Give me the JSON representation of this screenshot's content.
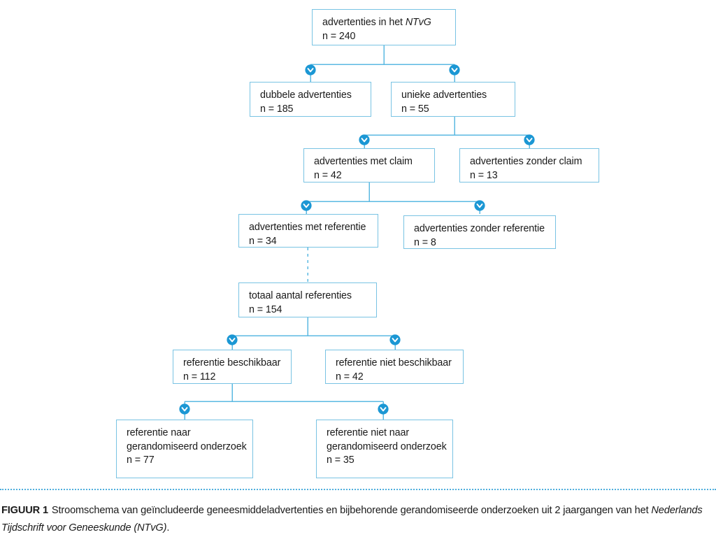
{
  "figure": {
    "type": "flowchart",
    "language": "nl",
    "colors": {
      "box_border": "#79c3e3",
      "connector": "#5bb9e2",
      "marker_fill": "#1b97d4",
      "marker_glyph": "#ffffff",
      "divider": "#4eaedd",
      "text": "#1a1a1a",
      "background": "#ffffff"
    },
    "nodes": [
      {
        "id": "n1",
        "title": "advertenties in het ",
        "title_italic": "NTvG",
        "count_label": "n = 240",
        "n": 240
      },
      {
        "id": "n2",
        "title": "dubbele advertenties",
        "count_label": "n = 185",
        "n": 185
      },
      {
        "id": "n3",
        "title": "unieke advertenties",
        "count_label": "n = 55",
        "n": 55
      },
      {
        "id": "n4",
        "title": "advertenties met claim",
        "count_label": "n = 42",
        "n": 42
      },
      {
        "id": "n5",
        "title": "advertenties zonder claim",
        "count_label": "n = 13",
        "n": 13
      },
      {
        "id": "n6",
        "title": "advertenties met referentie",
        "count_label": "n = 34",
        "n": 34
      },
      {
        "id": "n7",
        "title": "advertenties zonder referentie",
        "count_label": "n = 8",
        "n": 8
      },
      {
        "id": "n8",
        "title": "totaal aantal referenties",
        "count_label": "n = 154",
        "n": 154
      },
      {
        "id": "n9",
        "title": "referentie beschikbaar",
        "count_label": "n = 112",
        "n": 112
      },
      {
        "id": "n10",
        "title": "referentie niet beschikbaar",
        "count_label": "n = 42",
        "n": 42
      },
      {
        "id": "n11",
        "title_a": "referentie naar",
        "title_b": "gerandomiseerd onderzoek",
        "count_label": "n = 77",
        "n": 77
      },
      {
        "id": "n12",
        "title_a": "referentie niet naar",
        "title_b": "gerandomiseerd onderzoek",
        "count_label": "n = 35",
        "n": 35
      }
    ],
    "edges": [
      {
        "from": "n1",
        "to": "n2",
        "style": "solid",
        "marker": "chevron-down"
      },
      {
        "from": "n1",
        "to": "n3",
        "style": "solid",
        "marker": "chevron-down"
      },
      {
        "from": "n3",
        "to": "n4",
        "style": "solid",
        "marker": "chevron-down"
      },
      {
        "from": "n3",
        "to": "n5",
        "style": "solid",
        "marker": "chevron-down"
      },
      {
        "from": "n4",
        "to": "n6",
        "style": "solid",
        "marker": "chevron-down"
      },
      {
        "from": "n4",
        "to": "n7",
        "style": "solid",
        "marker": "chevron-down"
      },
      {
        "from": "n6",
        "to": "n8",
        "style": "dashed",
        "marker": "none"
      },
      {
        "from": "n8",
        "to": "n9",
        "style": "solid",
        "marker": "chevron-down"
      },
      {
        "from": "n8",
        "to": "n10",
        "style": "solid",
        "marker": "chevron-down"
      },
      {
        "from": "n9",
        "to": "n11",
        "style": "solid",
        "marker": "chevron-down"
      },
      {
        "from": "n9",
        "to": "n12",
        "style": "solid",
        "marker": "chevron-down"
      }
    ],
    "marker_glyph_name": "chevron-down-icon"
  },
  "caption": {
    "label": "FIGUUR 1",
    "text_1": "Stroomschema van geïncludeerde geneesmiddeladvertenties en bijbehorende gerandomiseerde onderzoeken uit 2 jaargangen van het ",
    "journal_italic": "Nederlands Tijdschrift voor Geneeskunde (NTvG)",
    "text_2": "."
  }
}
